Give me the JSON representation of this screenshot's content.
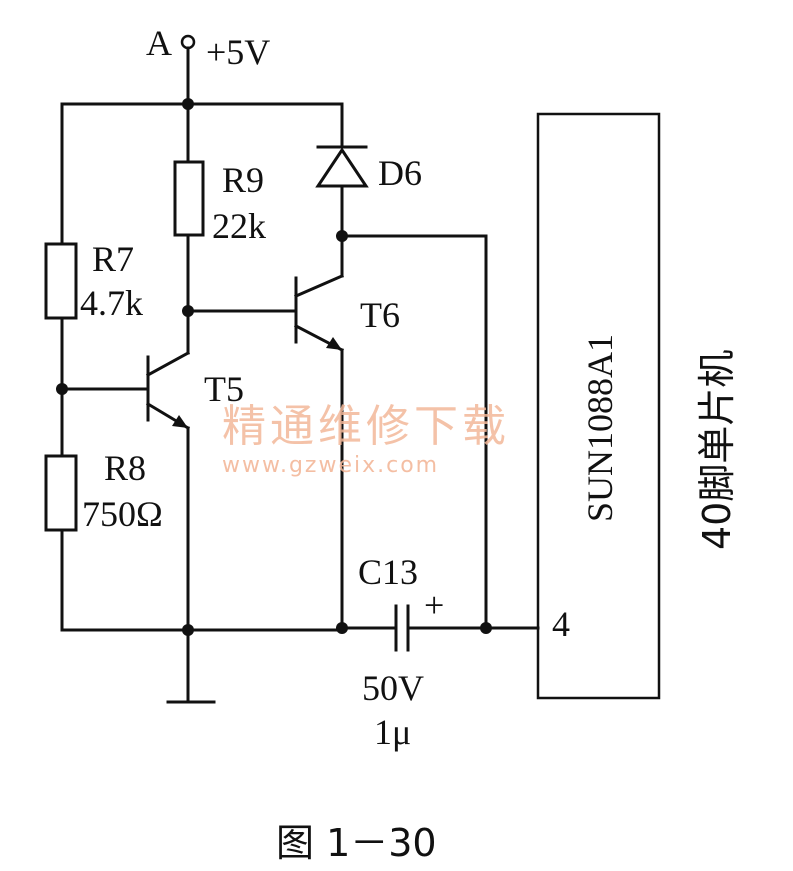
{
  "node_a": {
    "label": "A",
    "voltage": "+5V"
  },
  "components": {
    "r7": {
      "name": "R7",
      "value": "4.7k"
    },
    "r8": {
      "name": "R8",
      "value": "750Ω"
    },
    "r9": {
      "name": "R9",
      "value": "22k"
    },
    "d6": {
      "name": "D6"
    },
    "t5": {
      "name": "T5"
    },
    "t6": {
      "name": "T6"
    },
    "c13": {
      "name": "C13",
      "polarity": "+",
      "voltage": "50V",
      "value": "1μ"
    }
  },
  "mcu": {
    "model": "SUN1088A1",
    "description": "40脚单片机",
    "pin": "4"
  },
  "watermark": {
    "title": "精通维修下载",
    "url": "www.gzweix.com"
  },
  "caption": "图 1－30"
}
